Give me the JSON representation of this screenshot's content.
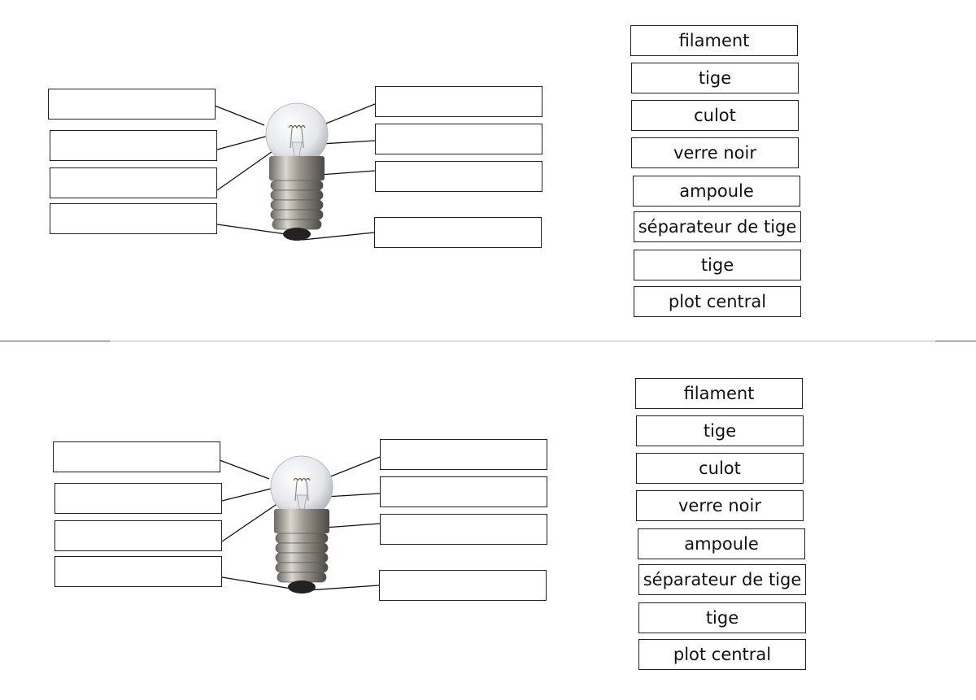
{
  "worksheets": [
    {
      "word_bank": [
        "filament",
        "tige",
        "culot",
        "verre noir",
        "ampoule",
        "séparateur de tige",
        "tige",
        "plot central"
      ]
    },
    {
      "word_bank": [
        "filament",
        "tige",
        "culot",
        "verre noir",
        "ampoule",
        "séparateur de tige",
        "tige",
        "plot central"
      ]
    }
  ]
}
